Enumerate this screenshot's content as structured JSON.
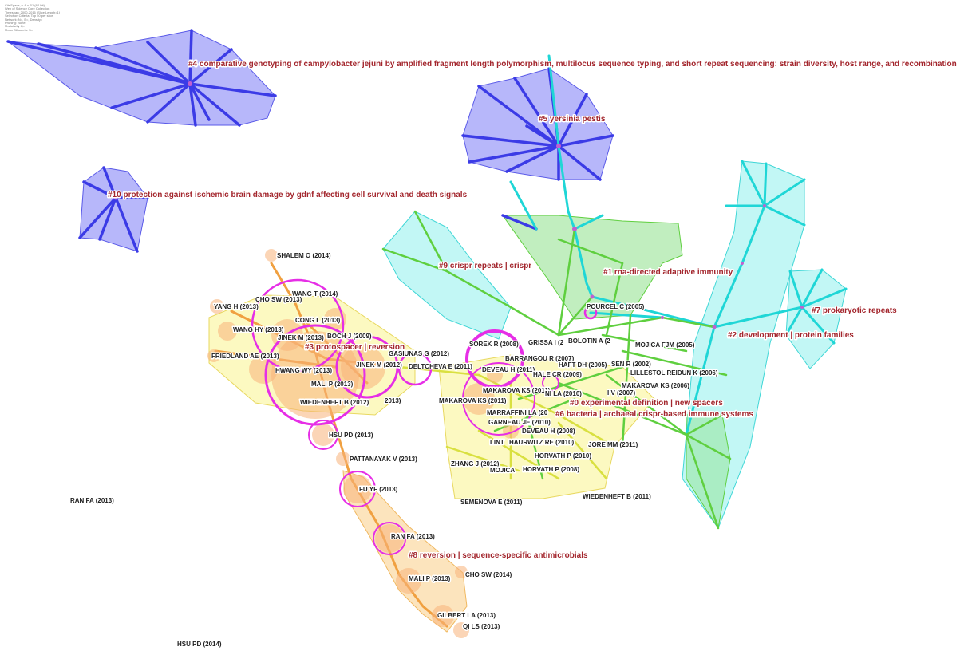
{
  "info_panel": [
    "CiteSpace, v. 6.x.R1 (64-bit)",
    "Web of Science Core Collection",
    "Timespan: 2000-2016 (Slice Length=1)",
    "Selection Criteria: Top 50 per slice",
    "Network: N=, E=, Density=",
    "Pruning: None",
    "Modularity Q=",
    "Mean Silhouette S="
  ],
  "colors": {
    "blue_hull": "#7b7bf5",
    "blue_line": "#3b3be6",
    "cyan_hull": "#8ff0ec",
    "cyan_line": "#1fd6d6",
    "green_hull": "#8ee08a",
    "green_line": "#5fcf3f",
    "yellow_hull": "#fbf6a6",
    "orange_hull": "#fbd59a",
    "orange_line": "#f0a040",
    "magenta_ring": "#e62ee6",
    "cluster_label": "#a3262d"
  },
  "clusters": [
    {
      "id": "c4",
      "label": "#4 comparative genotyping of campylobacter jejuni by amplified fragment length polymorphism, multilocus sequence typing, and short repeat sequencing: strain diversity, host range, and recombination"
    },
    {
      "id": "c5",
      "label": "#5 yersinia pestis"
    },
    {
      "id": "c10",
      "label": "#10 protection against ischemic brain damage by gdnf affecting cell survival and death signals"
    },
    {
      "id": "c9",
      "label": "#9 crispr repeats |  crispr"
    },
    {
      "id": "c1",
      "label": "#1 rna-directed adaptive immunity"
    },
    {
      "id": "c7",
      "label": "#7 prokaryotic repeats"
    },
    {
      "id": "c2",
      "label": "#2 development |  protein families"
    },
    {
      "id": "c3",
      "label": "#3 protospacer |  reversion"
    },
    {
      "id": "c0",
      "label": "#0 experimental definition |  new spacers"
    },
    {
      "id": "c6",
      "label": "#6 bacteria |  archaeal crispr-based immune systems"
    },
    {
      "id": "c8",
      "label": "#8 reversion |  sequence-specific antimicrobials"
    }
  ],
  "nodes": [
    {
      "label": "SHALEM O (2014)"
    },
    {
      "label": "WANG T (2014)"
    },
    {
      "label": "CHO SW (2013)"
    },
    {
      "label": "YANG H (2013)"
    },
    {
      "label": "CONG L (2013)"
    },
    {
      "label": "WANG HY (2013)"
    },
    {
      "label": "BOCH J (2009)"
    },
    {
      "label": "JINEK M (2013)"
    },
    {
      "label": "FRIEDLAND AE (2013)"
    },
    {
      "label": "GASIUNAS G (2012)"
    },
    {
      "label": "HWANG WY (2013)"
    },
    {
      "label": "JINEK M (2012)"
    },
    {
      "label": "DELTCHEVA E (2011)"
    },
    {
      "label": "MALI P (2013)"
    },
    {
      "label": "WIEDENHEFT B (2012)"
    },
    {
      "label": "2013)"
    },
    {
      "label": "HSU PD (2013)"
    },
    {
      "label": "PATTANAYAK V (2013)"
    },
    {
      "label": "FU YF (2013)"
    },
    {
      "label": "RAN FA (2013)"
    },
    {
      "label": "RAN FA (2013)"
    },
    {
      "label": "MALI P (2013)"
    },
    {
      "label": "CHO SW (2014)"
    },
    {
      "label": "GILBERT LA (2013)"
    },
    {
      "label": "QI LS (2013)"
    },
    {
      "label": "HSU PD (2014)"
    },
    {
      "label": "POURCEL C (2005)"
    },
    {
      "label": "SOREK R (2008)"
    },
    {
      "label": "GRISSA I (2"
    },
    {
      "label": "BOLOTIN A (2"
    },
    {
      "label": "MOJICA FJM (2005)"
    },
    {
      "label": "BARRANGOU R (2007)"
    },
    {
      "label": "HAFT DH (2005)"
    },
    {
      "label": "SEN R (2002)"
    },
    {
      "label": "DEVEAU H (2011)"
    },
    {
      "label": "HALE CR (2009)"
    },
    {
      "label": "LILLESTOL REIDUN K (2006)"
    },
    {
      "label": "MAKAROVA KS (2006)"
    },
    {
      "label": "MAKAROVA KS (2011)"
    },
    {
      "label": "MAKAROVA KS (2011)"
    },
    {
      "label": "NI LA (2010)"
    },
    {
      "label": "I V (2007)"
    },
    {
      "label": "MARRAFFINI LA (20"
    },
    {
      "label": "GARNEAU JE (2010)"
    },
    {
      "label": "DEVEAU H (2008)"
    },
    {
      "label": "LINT"
    },
    {
      "label": "HAURWITZ RE (2010)"
    },
    {
      "label": "JORE MM (2011)"
    },
    {
      "label": "HORVATH P (2010)"
    },
    {
      "label": "ZHANG J (2012)"
    },
    {
      "label": "MOJICA"
    },
    {
      "label": "HORVATH P (2008)"
    },
    {
      "label": "SEMENOVA E (2011)"
    },
    {
      "label": "WIEDENHEFT B (2011)"
    }
  ]
}
